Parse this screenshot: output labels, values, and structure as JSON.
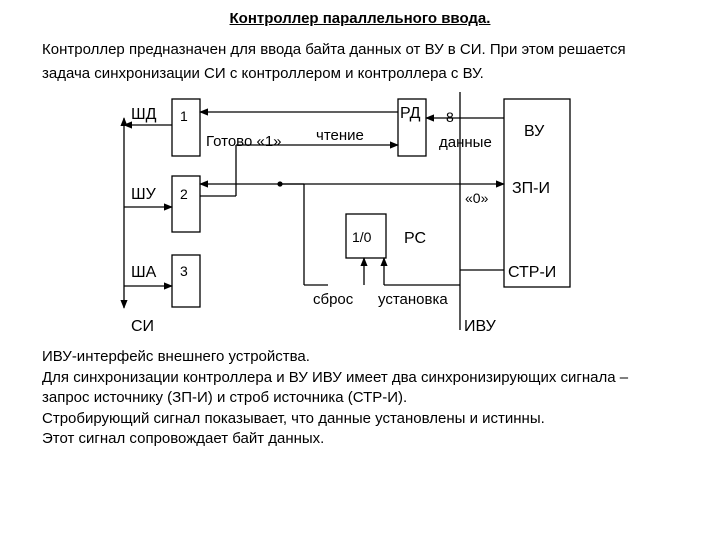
{
  "title": "Контроллер параллельного ввода.",
  "intro": [
    "Контроллер предназначен для ввода байта данных от ВУ в СИ. При этом решается",
    "задача синхронизации СИ с контроллером и контроллера с ВУ."
  ],
  "diagram": {
    "bus_labels": {
      "data_bus": "ШД",
      "control_bus": "ШУ",
      "address_bus": "ША",
      "system_interface": "СИ"
    },
    "blocks": {
      "block1": "1",
      "block2": "2",
      "block3": "3",
      "data_register": "РД",
      "flipflop": "1/0",
      "status_register": "РС"
    },
    "device": {
      "name": "ВУ",
      "request_signal": "ЗП-И",
      "strobe_signal": "СТР-И"
    },
    "signals": {
      "ready": "Готово «1»",
      "read": "чтение",
      "width": "8",
      "data": "данные",
      "zero": "«0»",
      "reset": "сброс",
      "set": "установка",
      "ext_interface": "ИВУ"
    }
  },
  "notes": [
    "ИВУ-интерфейс внешнего устройства.",
    "Для синхронизации контроллера и ВУ ИВУ имеет два синхронизирующих сигнала –",
    "запрос источнику (ЗП-И) и строб источника (СТР-И).",
    "Стробирующий сигнал показывает, что данные установлены и истинны.",
    "Этот сигнал сопровождает байт данных."
  ]
}
